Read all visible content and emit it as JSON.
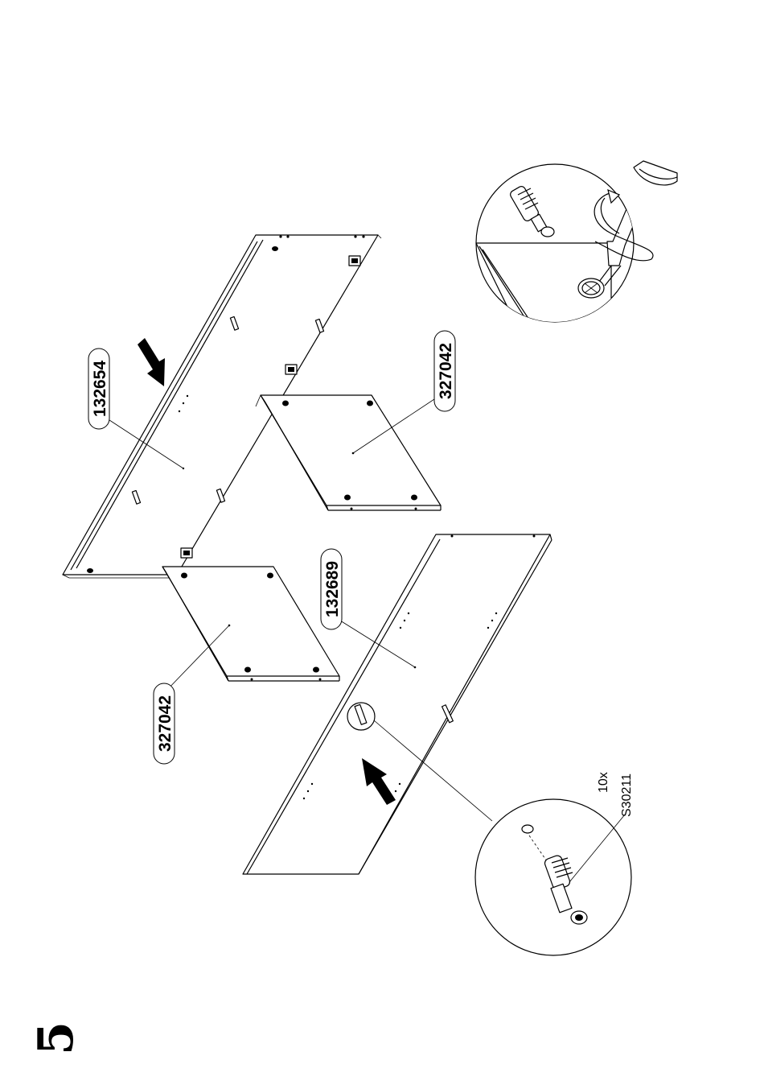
{
  "step_number": "5",
  "parts": {
    "back_panel": "132654",
    "shelf_upper": "327042",
    "shelf_lower": "327042",
    "side_panel": "132689"
  },
  "fittings": {
    "cam_bolt": {
      "quantity": "10x",
      "code": "S30211"
    }
  },
  "icons": [
    "screwdriver-icon",
    "cam-bolt-icon",
    "cam-hinge-icon",
    "direction-arrow-icon",
    "rotation-arrow-icon"
  ],
  "colors": {
    "line": "#000000",
    "background": "#ffffff"
  }
}
